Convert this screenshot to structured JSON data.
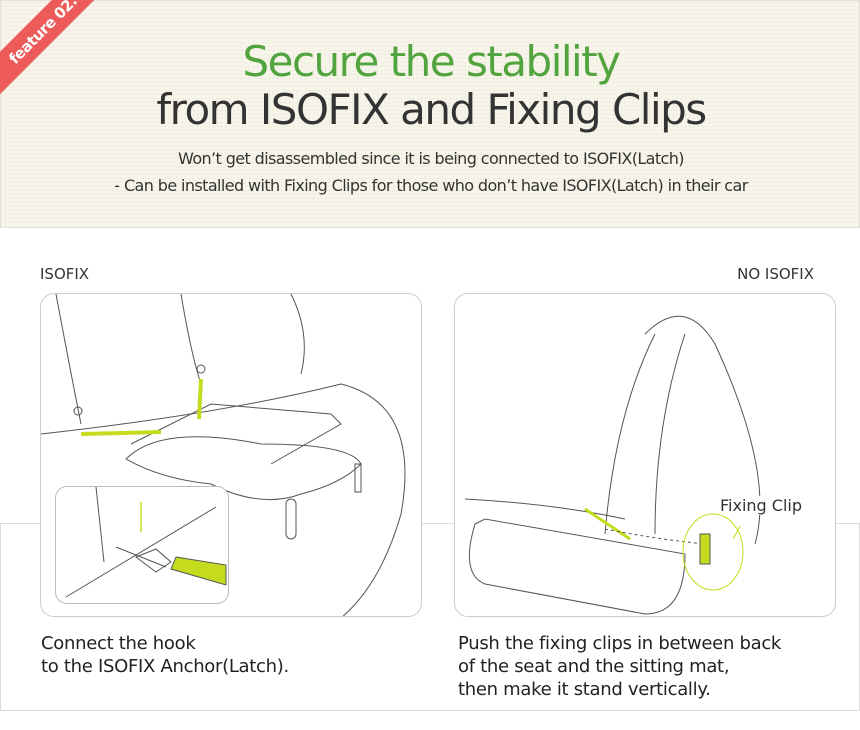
{
  "badge": "feature 02.",
  "header": {
    "title_line1": "Secure the stability",
    "title_line2": "from ISOFIX and Fixing Clips",
    "sub_line1": "Won’t get disassembled since it is being connected to ISOFIX(Latch)",
    "sub_line2": "- Can be installed with Fixing Clips for those who don’t have ISOFIX(Latch) in their car"
  },
  "left": {
    "label": "ISOFIX",
    "caption_line1": "Connect the hook",
    "caption_line2": "to the ISOFIX Anchor(Latch)."
  },
  "right": {
    "label": "NO ISOFIX",
    "callout": "Fixing Clip",
    "caption_line1": "Push the fixing clips in between back",
    "caption_line2": "of the seat and the sitting mat,",
    "caption_line3": "then make it stand vertically."
  },
  "colors": {
    "green": "#52a43f",
    "accent_lime": "#c5dc1e",
    "ribbon": "#ec5a5a"
  }
}
